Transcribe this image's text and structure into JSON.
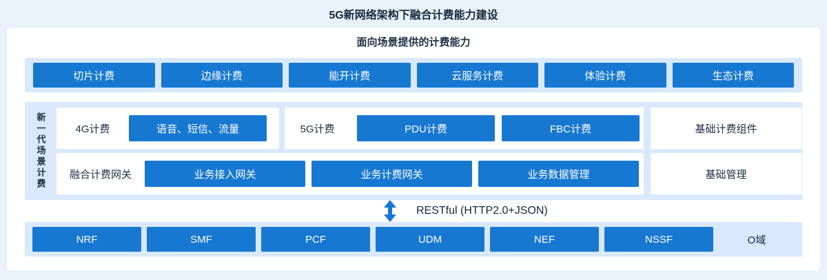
{
  "page": {
    "title": "5G新网络架构下融合计费能力建设"
  },
  "capability_section": {
    "header": "面向场景提供的计费能力",
    "items": [
      "切片计费",
      "边缘计费",
      "能开计费",
      "云服务计费",
      "体验计费",
      "生态计费"
    ]
  },
  "scene_section": {
    "sidebar_label": "新一代场景计费",
    "row1": {
      "group_4g": {
        "label": "4G计费",
        "buttons": [
          "语音、短信、流量"
        ]
      },
      "group_5g": {
        "label": "5G计费",
        "buttons": [
          "PDU计费",
          "FBC计费"
        ]
      },
      "side_box": "基础计费组件"
    },
    "row2": {
      "group_gateway": {
        "label": "融合计费网关",
        "buttons": [
          "业务接入网关",
          "业务计费网关",
          "业务数据管理"
        ]
      },
      "side_box": "基础管理"
    }
  },
  "connector": {
    "label": "RESTful (HTTP2.0+JSON)",
    "icon": "vertical-double-arrow"
  },
  "network_section": {
    "items": [
      "NRF",
      "SMF",
      "PCF",
      "UDM",
      "NEF",
      "NSSF"
    ],
    "domain_label": "O域"
  },
  "colors": {
    "accent_blue": "#1778d2",
    "panel_light_blue": "#d9e9fb",
    "page_background": "#e9f1fb",
    "card_white": "#ffffff",
    "text_dark": "#1e2f45"
  }
}
